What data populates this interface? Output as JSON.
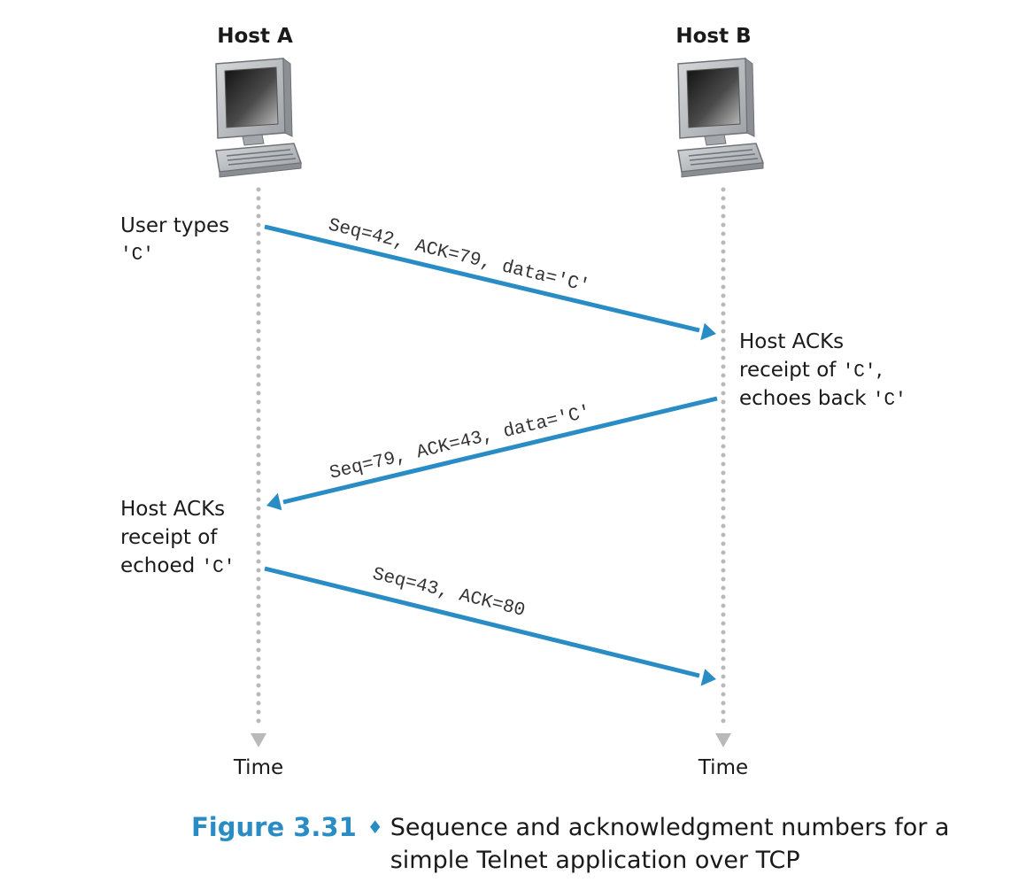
{
  "hosts": {
    "a": {
      "title": "Host A",
      "icon": "computer-icon"
    },
    "b": {
      "title": "Host B",
      "icon": "computer-icon"
    }
  },
  "notes": {
    "user_types": {
      "line1": "User types",
      "line2_code": "'C'"
    },
    "host_b_acks": {
      "line1": "Host ACKs",
      "line2_text": "receipt of ",
      "line2_code": "'C'",
      "line2_suffix": ",",
      "line3_text": "echoes back ",
      "line3_code": "'C'"
    },
    "host_a_acks": {
      "line1": "Host ACKs",
      "line2": "receipt of",
      "line3_text": "echoed ",
      "line3_code": "'C'"
    }
  },
  "segments": [
    {
      "label": "Seq=42, ACK=79, data='C'",
      "from": "Host A",
      "to": "Host B"
    },
    {
      "label": "Seq=79, ACK=43, data='C'",
      "from": "Host B",
      "to": "Host A"
    },
    {
      "label": "Seq=43, ACK=80",
      "from": "Host A",
      "to": "Host B"
    }
  ],
  "time_labels": {
    "a": "Time",
    "b": "Time"
  },
  "caption": {
    "number": "Figure 3.31",
    "separator": "♦",
    "text": "Sequence and acknowledgment numbers for a simple Telnet application over TCP"
  },
  "colors": {
    "arrow": "#2a8cc4",
    "timeline": "#b9b9b9",
    "caption_accent": "#2a8cc4"
  }
}
